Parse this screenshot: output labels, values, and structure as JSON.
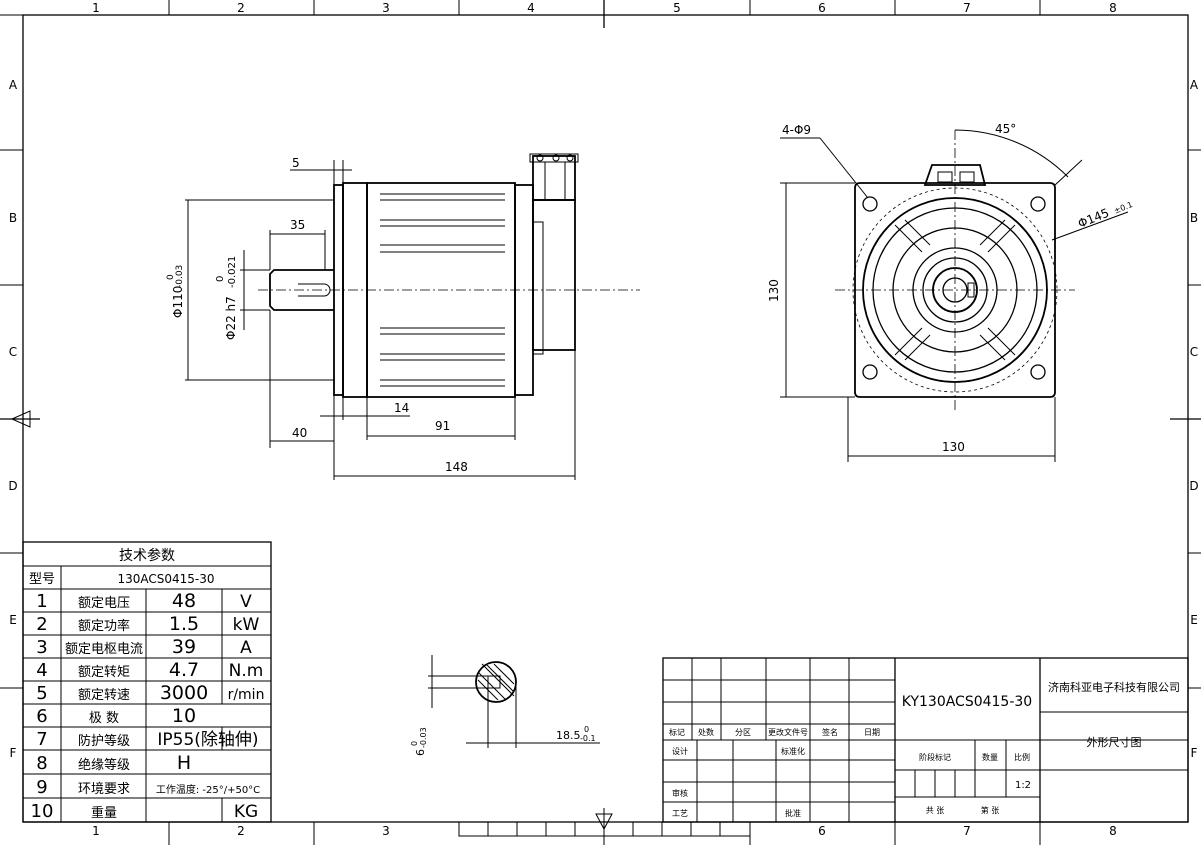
{
  "border": {
    "columns": [
      "1",
      "2",
      "3",
      "4",
      "5",
      "6",
      "7",
      "8"
    ],
    "rows": [
      "A",
      "B",
      "C",
      "D",
      "E",
      "F"
    ]
  },
  "side_view": {
    "dim_5": "5",
    "dim_35": "35",
    "dim_phi110_prefix": "Φ110",
    "dim_phi110_tol_upper": "0",
    "dim_phi110_tol_lower": "-0.03",
    "dim_phi22_text": "Φ22 h7",
    "dim_phi22_tol_upper": "0",
    "dim_phi22_tol_lower": "-0.021",
    "dim_40": "40",
    "dim_14": "14",
    "dim_91": "91",
    "dim_148": "148"
  },
  "front_view": {
    "holes_label": "4-Φ9",
    "angle_label": "45°",
    "pcd_label": "Φ145",
    "pcd_tol": "±0.1",
    "height_label": "130",
    "width_label": "130"
  },
  "key_section": {
    "keyway_label": "18.5",
    "keyway_tol_upper": "0",
    "keyway_tol_lower": "-0.1",
    "key_width_label": "6",
    "key_tol_upper": "0",
    "key_tol_lower": "-0.03"
  },
  "spec_table": {
    "title": "技术参数",
    "model_label": "型号",
    "model_value": "130ACS0415-30",
    "rows": [
      {
        "no": "1",
        "name": "额定电压",
        "value": "48",
        "unit": "V"
      },
      {
        "no": "2",
        "name": "额定功率",
        "value": "1.5",
        "unit": "kW"
      },
      {
        "no": "3",
        "name": "额定电枢电流",
        "value": "39",
        "unit": "A"
      },
      {
        "no": "4",
        "name": "额定转矩",
        "value": "4.7",
        "unit": "N.m"
      },
      {
        "no": "5",
        "name": "额定转速",
        "value": "3000",
        "unit": "r/min"
      },
      {
        "no": "6",
        "name": "极 数",
        "value": "10",
        "unit": ""
      },
      {
        "no": "7",
        "name": "防护等级",
        "value": "IP55(除轴伸)",
        "unit": ""
      },
      {
        "no": "8",
        "name": "绝缘等级",
        "value": "H",
        "unit": ""
      },
      {
        "no": "9",
        "name": "环境要求",
        "value": "工作温度: -25°/+50°C",
        "unit": ""
      },
      {
        "no": "10",
        "name": "重量",
        "value": "",
        "unit": "KG"
      }
    ]
  },
  "title_block": {
    "rev_headers": [
      "标记",
      "处数",
      "分区",
      "更改文件号",
      "签名",
      "日期"
    ],
    "design_label": "设计",
    "standard_label": "标准化",
    "review_label": "审核",
    "process_label": "工艺",
    "approve_label": "批准",
    "drawing_number": "KY130ACS0415-30",
    "company": "济南科亚电子科技有限公司",
    "drawing_title": "外形尺寸图",
    "stage_label": "阶段标记",
    "quantity_label": "数量",
    "scale_label": "比例",
    "scale_value": "1:2",
    "sheets_total_label": "共  张",
    "sheet_no_label": "第  张"
  }
}
